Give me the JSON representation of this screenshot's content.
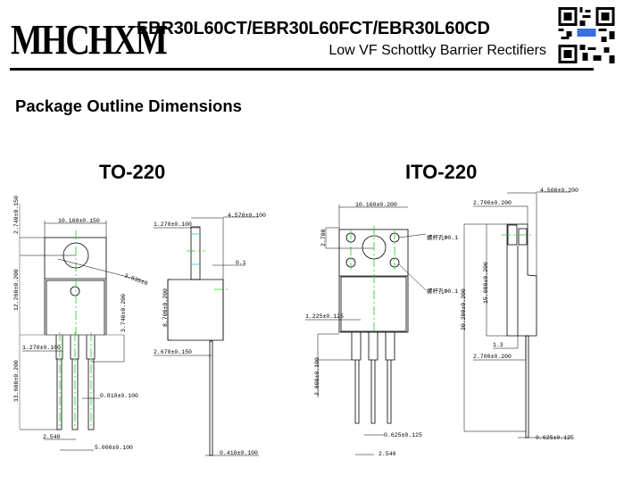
{
  "header": {
    "logo": "MHCHXM",
    "title": "EBR30L60CT/EBR30L60FCT/EBR30L60CD",
    "subtitle": "Low VF Schottky Barrier Rectifiers",
    "qr_icon": "qr-code-icon"
  },
  "section_title": "Package Outline Dimensions",
  "to220": {
    "name": "TO-220",
    "dims": {
      "width": "10.160±0.150",
      "tab_height": "2.740±0.150",
      "body_height": "12.260±0.200",
      "lead_length": "13.600±0.200",
      "hole": "3.635±0",
      "shoulder": "3.740±0.200",
      "lead_width_top": "1.270±0.100",
      "lead_width": "0.810±0.100",
      "pitch": "2.540",
      "pitch_total": "5.000±0.100",
      "thickness": "4.570±0.100",
      "tab_thickness": "1.270±0.100",
      "step": "0.1",
      "side_height": "8.700±0.200",
      "lead_offset": "2.670±0.150",
      "lead_thickness": "0.410±0.100"
    }
  },
  "ito220": {
    "name": "ITO-220",
    "dims": {
      "width": "10.160±0.200",
      "hole_offset": "2.700",
      "hole_note_1": "螺杆孔Φ0.1",
      "hole_note_2": "螺杆孔Φ0.1",
      "lead_width_top": "1.225±0.125",
      "shoulder": "2.800±0.100",
      "lead_width": "0.625±0.125",
      "pitch": "2.540",
      "thickness": "4.500±0.200",
      "tab_offset": "2.700±0.200",
      "body_height": "15.000±0.200",
      "total_height": "20.200±0.200",
      "step": "1.3",
      "lead_offset": "2.700±0.200",
      "lead_thickness": "0.625±0.125"
    }
  }
}
